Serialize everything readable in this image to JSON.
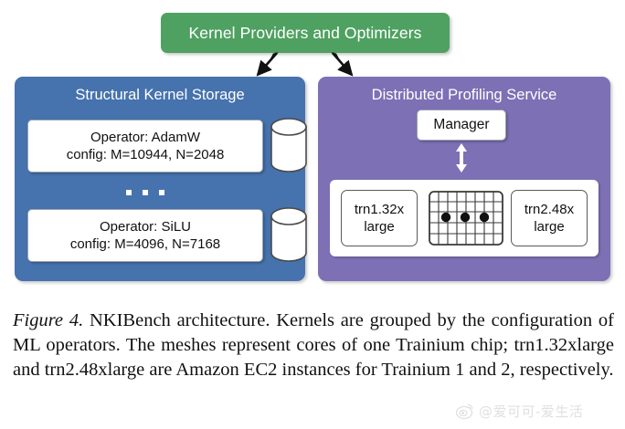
{
  "figure": {
    "top_node": {
      "label": "Kernel Providers and Optimizers",
      "color": "#4FA161"
    },
    "connectors": [
      {
        "name": "green-to-storage",
        "style": "double-headed-diagonal"
      },
      {
        "name": "green-to-profiling",
        "style": "double-headed-diagonal"
      }
    ],
    "panels": {
      "storage": {
        "title": "Structural Kernel Storage",
        "color": "#4672AD",
        "cards": [
          {
            "line1": "Operator: AdamW",
            "line2": "config: M=10944, N=2048",
            "icon": "database-cylinder-icon"
          },
          {
            "line1": "Operator: SiLU",
            "line2": "config: M=4096, N=7168",
            "icon": "database-cylinder-icon"
          }
        ],
        "ellipsis": "..."
      },
      "profiling": {
        "title": "Distributed Profiling Service",
        "color": "#7D70B5",
        "manager": {
          "label": "Manager"
        },
        "manager_link": "vertical-double-headed-arrow",
        "instances": [
          {
            "line1": "trn1.32x",
            "line2": "large"
          },
          {
            "line1": "trn2.48x",
            "line2": "large"
          }
        ],
        "mesh": {
          "name": "core-mesh",
          "columns": 8,
          "rows": 5,
          "dots": 3
        }
      }
    }
  },
  "caption": {
    "figure_label": "Figure 4.",
    "text": " NKIBench architecture. Kernels are grouped by the configuration of ML operators. The meshes represent cores of one Trainium chip; trn1.32xlarge and trn2.48xlarge are Amazon EC2 instances for Trainium 1 and 2, respectively."
  },
  "watermark": {
    "handle": "@爱可可-爱生活",
    "logo": "weibo-icon"
  }
}
